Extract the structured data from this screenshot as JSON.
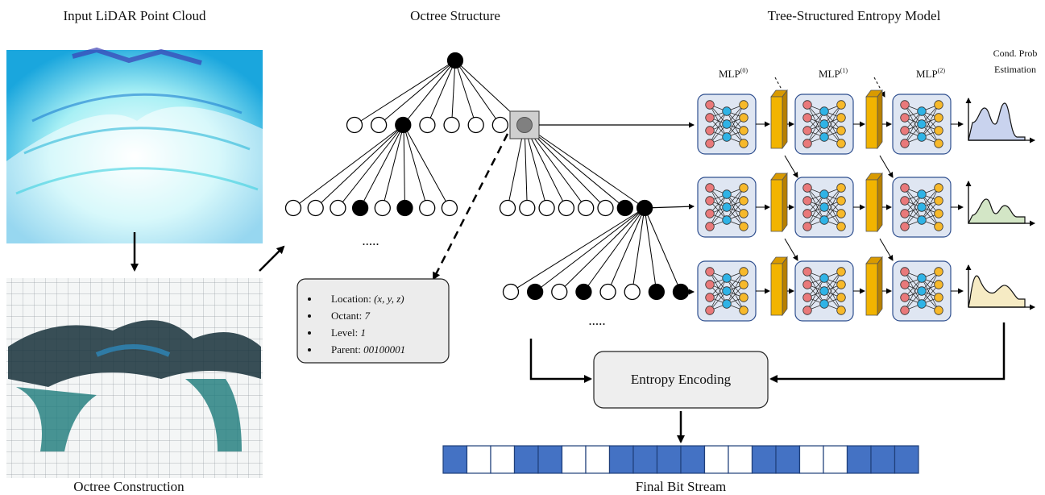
{
  "headings": {
    "input": "Input LiDAR Point Cloud",
    "octree": "Octree Structure",
    "entropy_model": "Tree-Structured Entropy Model",
    "construction": "Octree Construction",
    "bitstream": "Final Bit Stream"
  },
  "mlp_labels": [
    {
      "base": "MLP",
      "sup": "(0)"
    },
    {
      "base": "MLP",
      "sup": "(1)"
    },
    {
      "base": "MLP",
      "sup": "(2)"
    }
  ],
  "cond_prob": {
    "line1": "Cond. Prob",
    "line2": "Estimation"
  },
  "info_box": {
    "items": [
      {
        "label": "Location: ",
        "value": "(x, y, z)"
      },
      {
        "label": "Octant: ",
        "value": "7"
      },
      {
        "label": "Level: ",
        "value": "1"
      },
      {
        "label": "Parent: ",
        "value": "00100001"
      }
    ]
  },
  "ellipsis": ".....",
  "entropy_encoding_label": "Entropy Encoding",
  "octree_levels": {
    "level1": [
      0,
      0,
      1,
      0,
      0,
      0,
      0,
      2
    ],
    "level2_left": [
      0,
      0,
      0,
      1,
      0,
      1,
      0,
      0
    ],
    "level2_right": [
      0,
      0,
      0,
      0,
      0,
      0,
      1,
      1
    ],
    "level3": [
      0,
      1,
      0,
      1,
      0,
      0,
      1,
      1
    ]
  },
  "bitstream": [
    1,
    0,
    0,
    1,
    1,
    0,
    0,
    1,
    1,
    1,
    1,
    0,
    0,
    1,
    1,
    0,
    0,
    1,
    1,
    1
  ],
  "colors": {
    "occupied_node": "#000000",
    "empty_node": "#ffffff",
    "selected_node": "#808080",
    "bit_one": "#4472c4",
    "bit_zero": "#ffffff",
    "mlp_box": "#dfe6f2",
    "connector_bar": "#f2b400",
    "input_neuron": "#e9797a",
    "hidden_neuron": "#2fb3e6",
    "output_neuron": "#f7b92a",
    "prob_fill": [
      "#c9d3ee",
      "#d3e6c6",
      "#f6ebc4"
    ]
  }
}
